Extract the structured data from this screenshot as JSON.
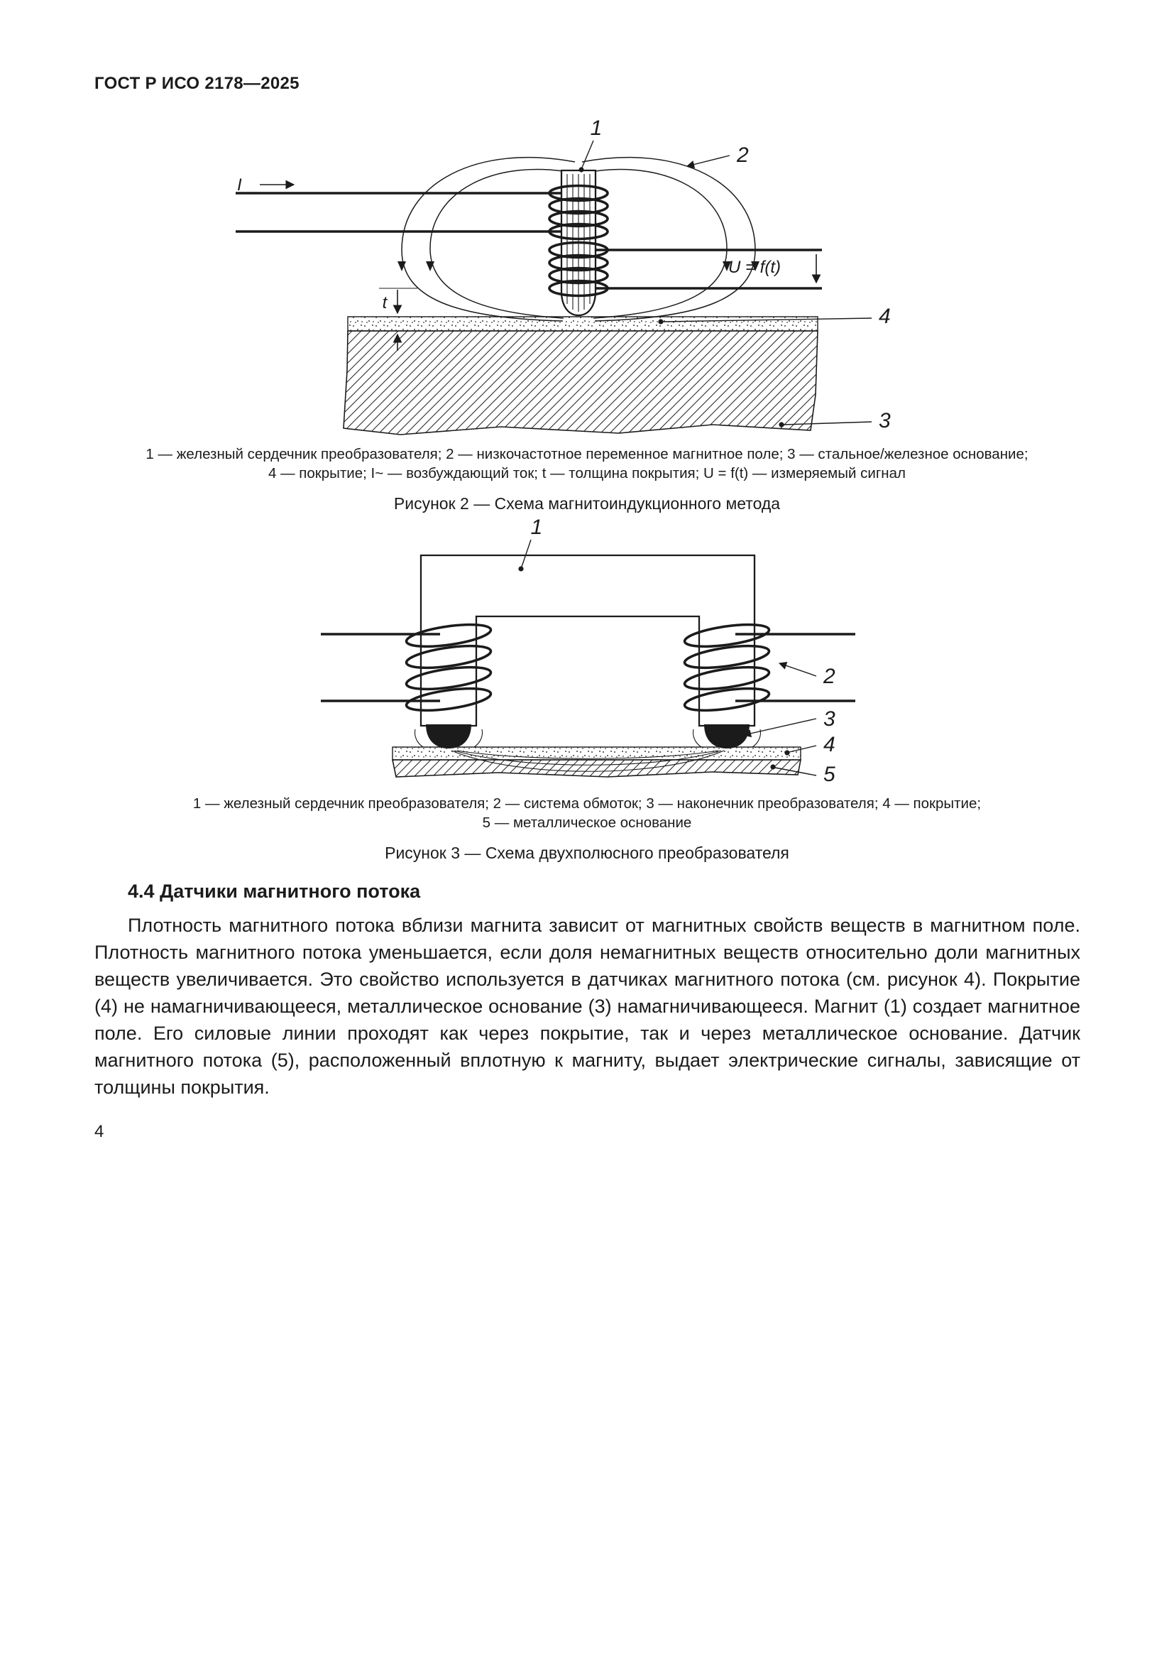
{
  "page": {
    "header": "ГОСТ Р ИСО 2178—2025",
    "number": "4"
  },
  "figure2": {
    "labels": {
      "core": "1",
      "field": "2",
      "base": "3",
      "coating": "4",
      "current": "I",
      "current_sub": "~",
      "signal": "U = f(t)",
      "thickness": "t"
    },
    "caption_line1": "1 — железный сердечник преобразователя; 2 — низкочастотное переменное магнитное поле; 3 — стальное/железное основание;",
    "caption_line2": "4 — покрытие; I~ — возбуждающий ток; t — толщина покрытия; U = f(t) — измеряемый сигнал",
    "title": "Рисунок 2 — Схема магнитоиндукционного метода"
  },
  "figure3": {
    "labels": {
      "core": "1",
      "winding": "2",
      "tip": "3",
      "coating": "4",
      "base": "5"
    },
    "caption_line1": "1 — железный сердечник преобразователя; 2 — система обмоток; 3 — наконечник преобразователя; 4 — покрытие;",
    "caption_line2": "5 — металлическое основание",
    "title": "Рисунок 3 — Схема двухполюсного преобразователя"
  },
  "section": {
    "heading": "4.4 Датчики магнитного потока",
    "paragraph": "Плотность магнитного потока вблизи магнита зависит от магнитных свойств веществ в магнитном поле. Плотность магнитного потока уменьшается, если доля немагнитных веществ относительно доли магнитных веществ увеличивается. Это свойство используется в датчиках магнитного потока (см. рисунок 4). Покрытие (4) не намагничивающееся, металлическое основание (3) намагничивающееся. Магнит (1) создает магнитное поле. Его силовые линии проходят как через покрытие, так и через металлическое основание. Датчик магнитного потока (5), расположенный вплотную к магниту, выдает электрические сигналы, зависящие от толщины покрытия."
  }
}
